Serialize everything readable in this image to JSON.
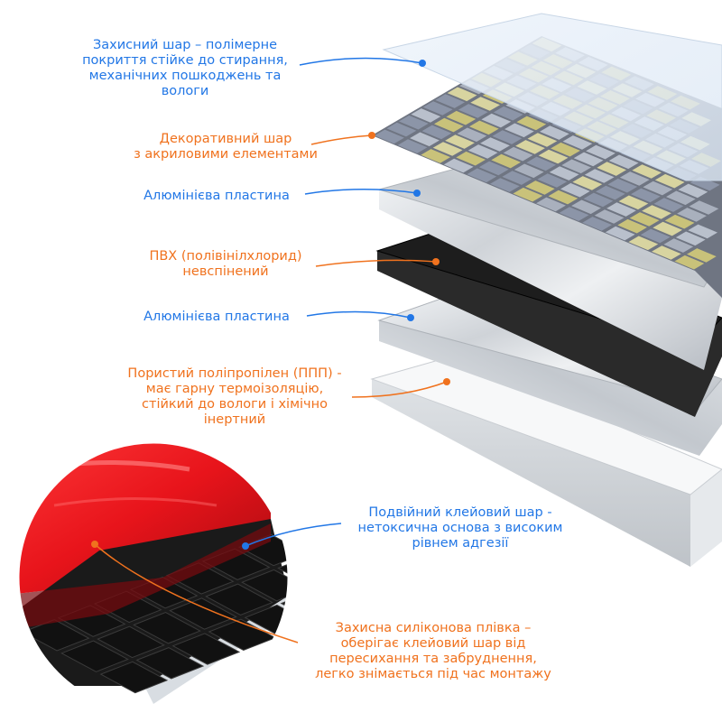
{
  "colors": {
    "blue": "#2277e6",
    "orange": "#f0721e",
    "mosaic_gold": "#c9c27a",
    "mosaic_silver": "#b9c0cc",
    "mosaic_steel": "#8c95a8",
    "black_film": "#1d1d1d",
    "red_film": "#e8141b"
  },
  "layers": [
    {
      "id": "protective",
      "lines": [
        "Захисний шар – полімерне",
        "покриття стійке до стирання,",
        "механічних пошкоджень та",
        "вологи"
      ],
      "color": "blue"
    },
    {
      "id": "decorative",
      "lines": [
        "Декоративний шар",
        "з акриловими елементами"
      ],
      "color": "orange"
    },
    {
      "id": "aluminum1",
      "lines": [
        "Алюмінієва пластина"
      ],
      "color": "blue"
    },
    {
      "id": "pvc",
      "lines": [
        "ПВХ (полівінілхлорид)",
        "невспінений"
      ],
      "color": "orange"
    },
    {
      "id": "aluminum2",
      "lines": [
        "Алюмінієва пластина"
      ],
      "color": "blue"
    },
    {
      "id": "polypropylene",
      "lines": [
        "Пористий поліпропілен (ППП) -",
        "має гарну термоізоляцію,",
        "стійкий до вологи і хімічно",
        "інертний"
      ],
      "color": "orange"
    },
    {
      "id": "adhesive",
      "lines": [
        "Подвійний клейовий шар -",
        "нетоксична основа з високим",
        "рівнем адгезії"
      ],
      "color": "blue"
    },
    {
      "id": "silicone",
      "lines": [
        "Захисна силіконова плівка –",
        "оберігає клейовий шар від",
        "пересихання та забруднення,",
        "легко знімається під час монтажу"
      ],
      "color": "orange"
    }
  ]
}
